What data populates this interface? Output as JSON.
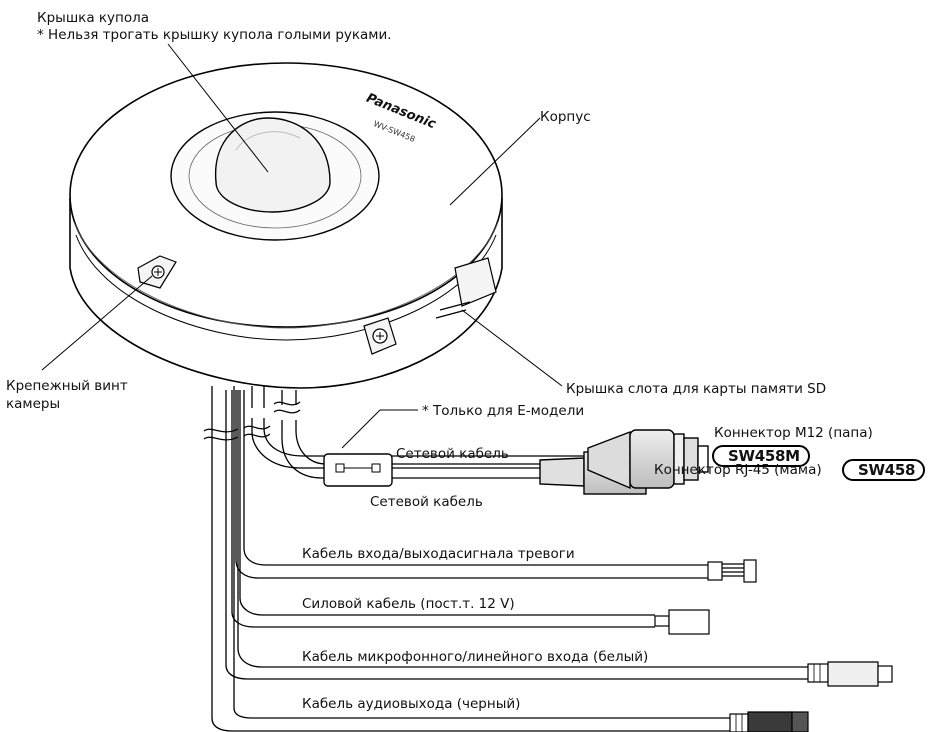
{
  "labels": {
    "dome_cover": "Крышка купола",
    "dome_note": "* Нельзя трогать крышку купола голыми руками.",
    "body": "Корпус",
    "brand": "Panasonic",
    "model": "WV-SW458",
    "fixing_screw_1": "Крепежный винт",
    "fixing_screw_2": "камеры",
    "sd_cover": "Крышка слота для карты памяти SD",
    "e_model_note": "* Только для E-модели",
    "network_cable_1": "Сетевой кабель",
    "rj45": "Коннектор RJ-45 (мама)",
    "network_cable_2": "Сетевой кабель",
    "m12": "Коннектор M12 (папа)",
    "alarm_cable": "Кабель входа/выходасигнала тревоги",
    "power_cable": "Силовой кабель (пост.т. 12 V)",
    "mic_cable": "Кабель микрофонного/линейного входа (белый)",
    "audio_out_cable": "Кабель аудиовыхода (черный)"
  },
  "badges": {
    "sw458": "SW458",
    "sw458m": "SW458M"
  },
  "colors": {
    "line": "#000000",
    "connector_fill": "#d9d9d9",
    "dome_fill": "#f2f2f2",
    "body_fill": "#ffffff"
  }
}
